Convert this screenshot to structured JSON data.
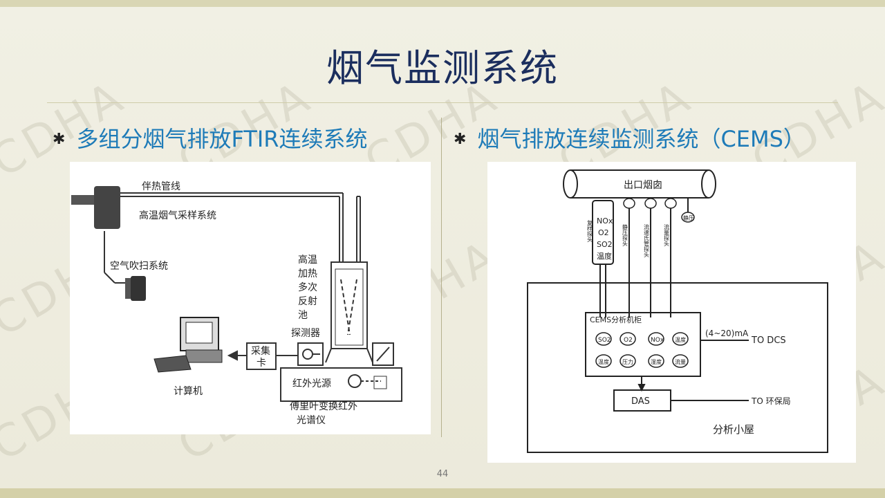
{
  "slide": {
    "title": "烟气监测系统",
    "page_number": "44",
    "watermark_text": "CDHA",
    "accent_color": "#1e7bb8",
    "title_color": "#1b2e5e"
  },
  "left": {
    "bullet": "多组分烟气排放FTIR连续系统",
    "diagram": {
      "pipe_label": "伴热管线",
      "sampling_label": "高温烟气采样系统",
      "purge_label": "空气吹扫系统",
      "cell_label_lines": [
        "高温",
        "加热",
        "多次",
        "反射",
        "池"
      ],
      "detector_label": "探测器",
      "acq_card_lines": [
        "采集",
        "卡"
      ],
      "ir_source_label": "红外光源",
      "computer_label": "计算机",
      "ftir_lines": [
        "傅里叶变换红外",
        "光谱仪"
      ]
    }
  },
  "right": {
    "bullet": "烟气排放连续监测系统（CEMS）",
    "diagram": {
      "flue_label": "出口烟囱",
      "probe_gases": [
        "NOx",
        "O2",
        "SO2",
        "温度"
      ],
      "vertical_labels": [
        "复样探头",
        "静压探头",
        "流速氏管探头",
        "流量探头",
        "静压"
      ],
      "analyzer_title": "CEMS分析机柜",
      "analyzer_row1": [
        "SO2",
        "O2",
        "NOx",
        "温度"
      ],
      "analyzer_row2": [
        "温度",
        "压力",
        "湿度",
        "流量"
      ],
      "dcs_label": "(4~20)mA",
      "dcs_target": "TO DCS",
      "das_label": "DAS",
      "epa_target": "TO 环保局",
      "room_label": "分析小屋"
    }
  }
}
